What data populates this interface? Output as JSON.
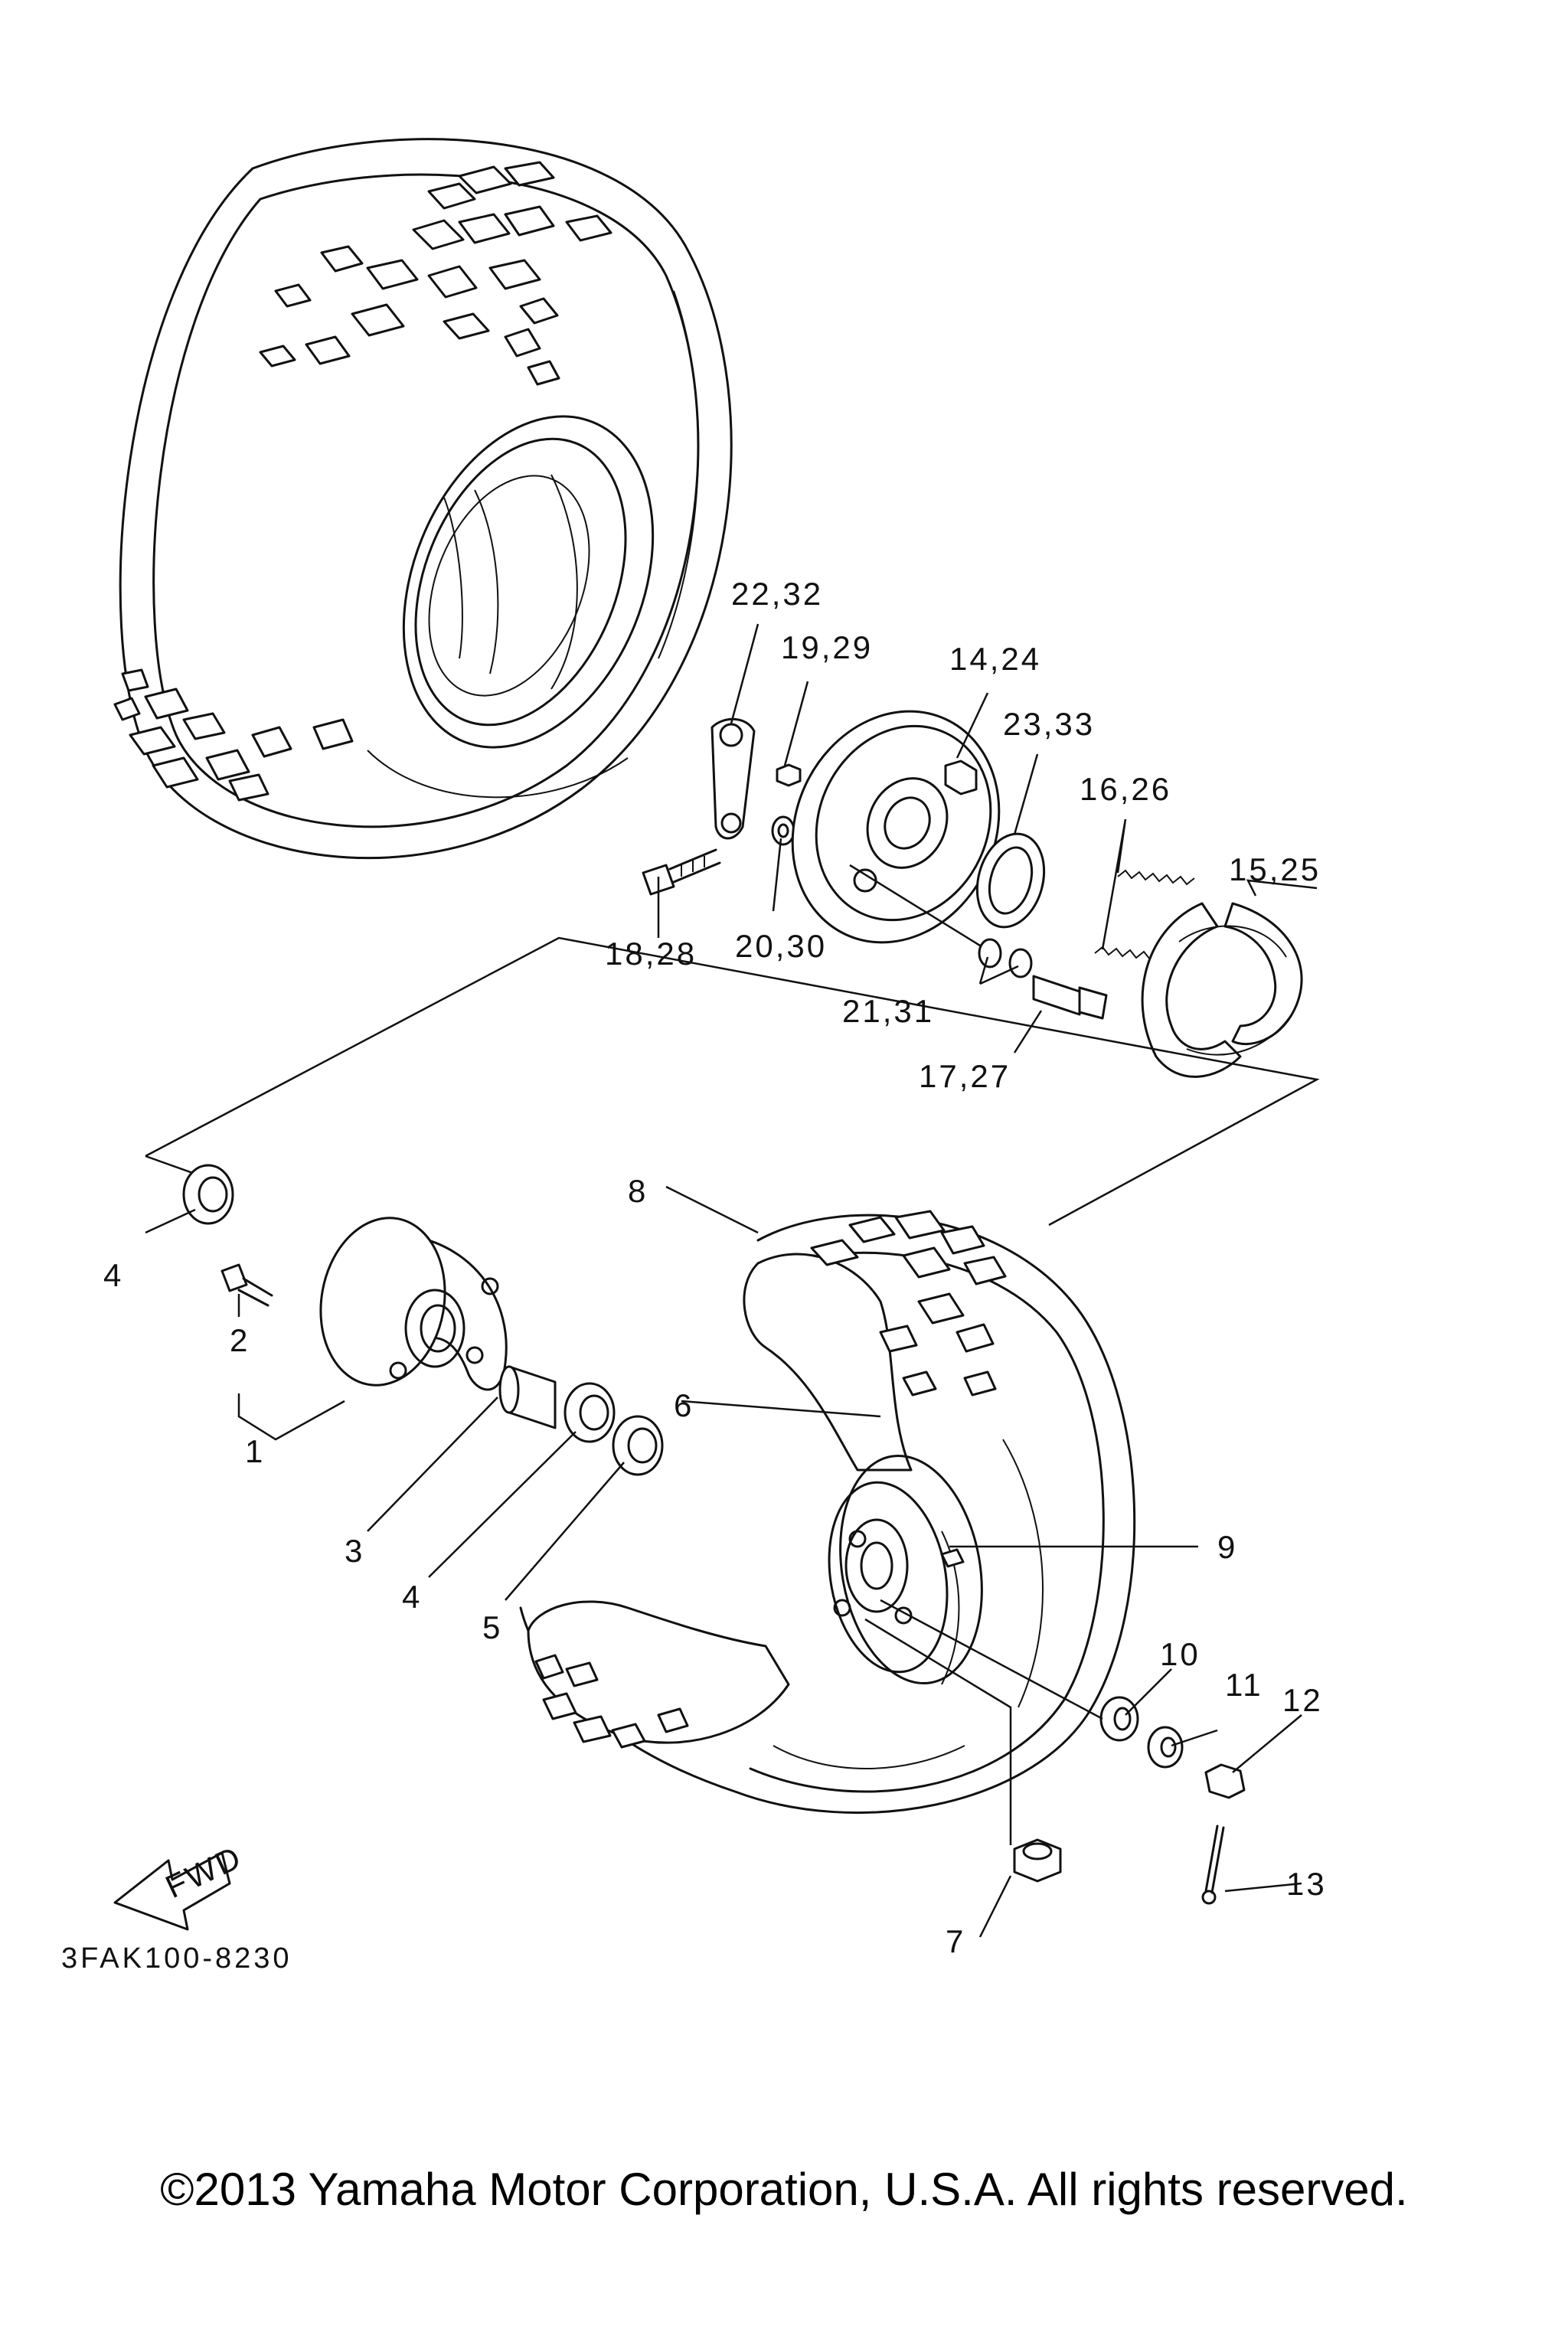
{
  "diagram": {
    "code": "3FAK100-8230",
    "fwd_label": "FWD",
    "copyright": "©2013 Yamaha Motor Corporation, U.S.A. All rights reserved.",
    "callouts": [
      {
        "id": "c1",
        "label": "1"
      },
      {
        "id": "c2",
        "label": "2"
      },
      {
        "id": "c3",
        "label": "3"
      },
      {
        "id": "c4a",
        "label": "4"
      },
      {
        "id": "c4b",
        "label": "4"
      },
      {
        "id": "c5",
        "label": "5"
      },
      {
        "id": "c6",
        "label": "6"
      },
      {
        "id": "c7",
        "label": "7"
      },
      {
        "id": "c8",
        "label": "8"
      },
      {
        "id": "c9",
        "label": "9"
      },
      {
        "id": "c10",
        "label": "10"
      },
      {
        "id": "c11",
        "label": "11"
      },
      {
        "id": "c12",
        "label": "12"
      },
      {
        "id": "c13",
        "label": "13"
      },
      {
        "id": "c14",
        "label": "14,24"
      },
      {
        "id": "c15",
        "label": "15,25"
      },
      {
        "id": "c16",
        "label": "16,26"
      },
      {
        "id": "c17",
        "label": "17,27"
      },
      {
        "id": "c18",
        "label": "18,28"
      },
      {
        "id": "c19",
        "label": "19,29"
      },
      {
        "id": "c20",
        "label": "20,30"
      },
      {
        "id": "c21",
        "label": "21,31"
      },
      {
        "id": "c22",
        "label": "22,32"
      },
      {
        "id": "c23",
        "label": "23,33"
      }
    ]
  }
}
